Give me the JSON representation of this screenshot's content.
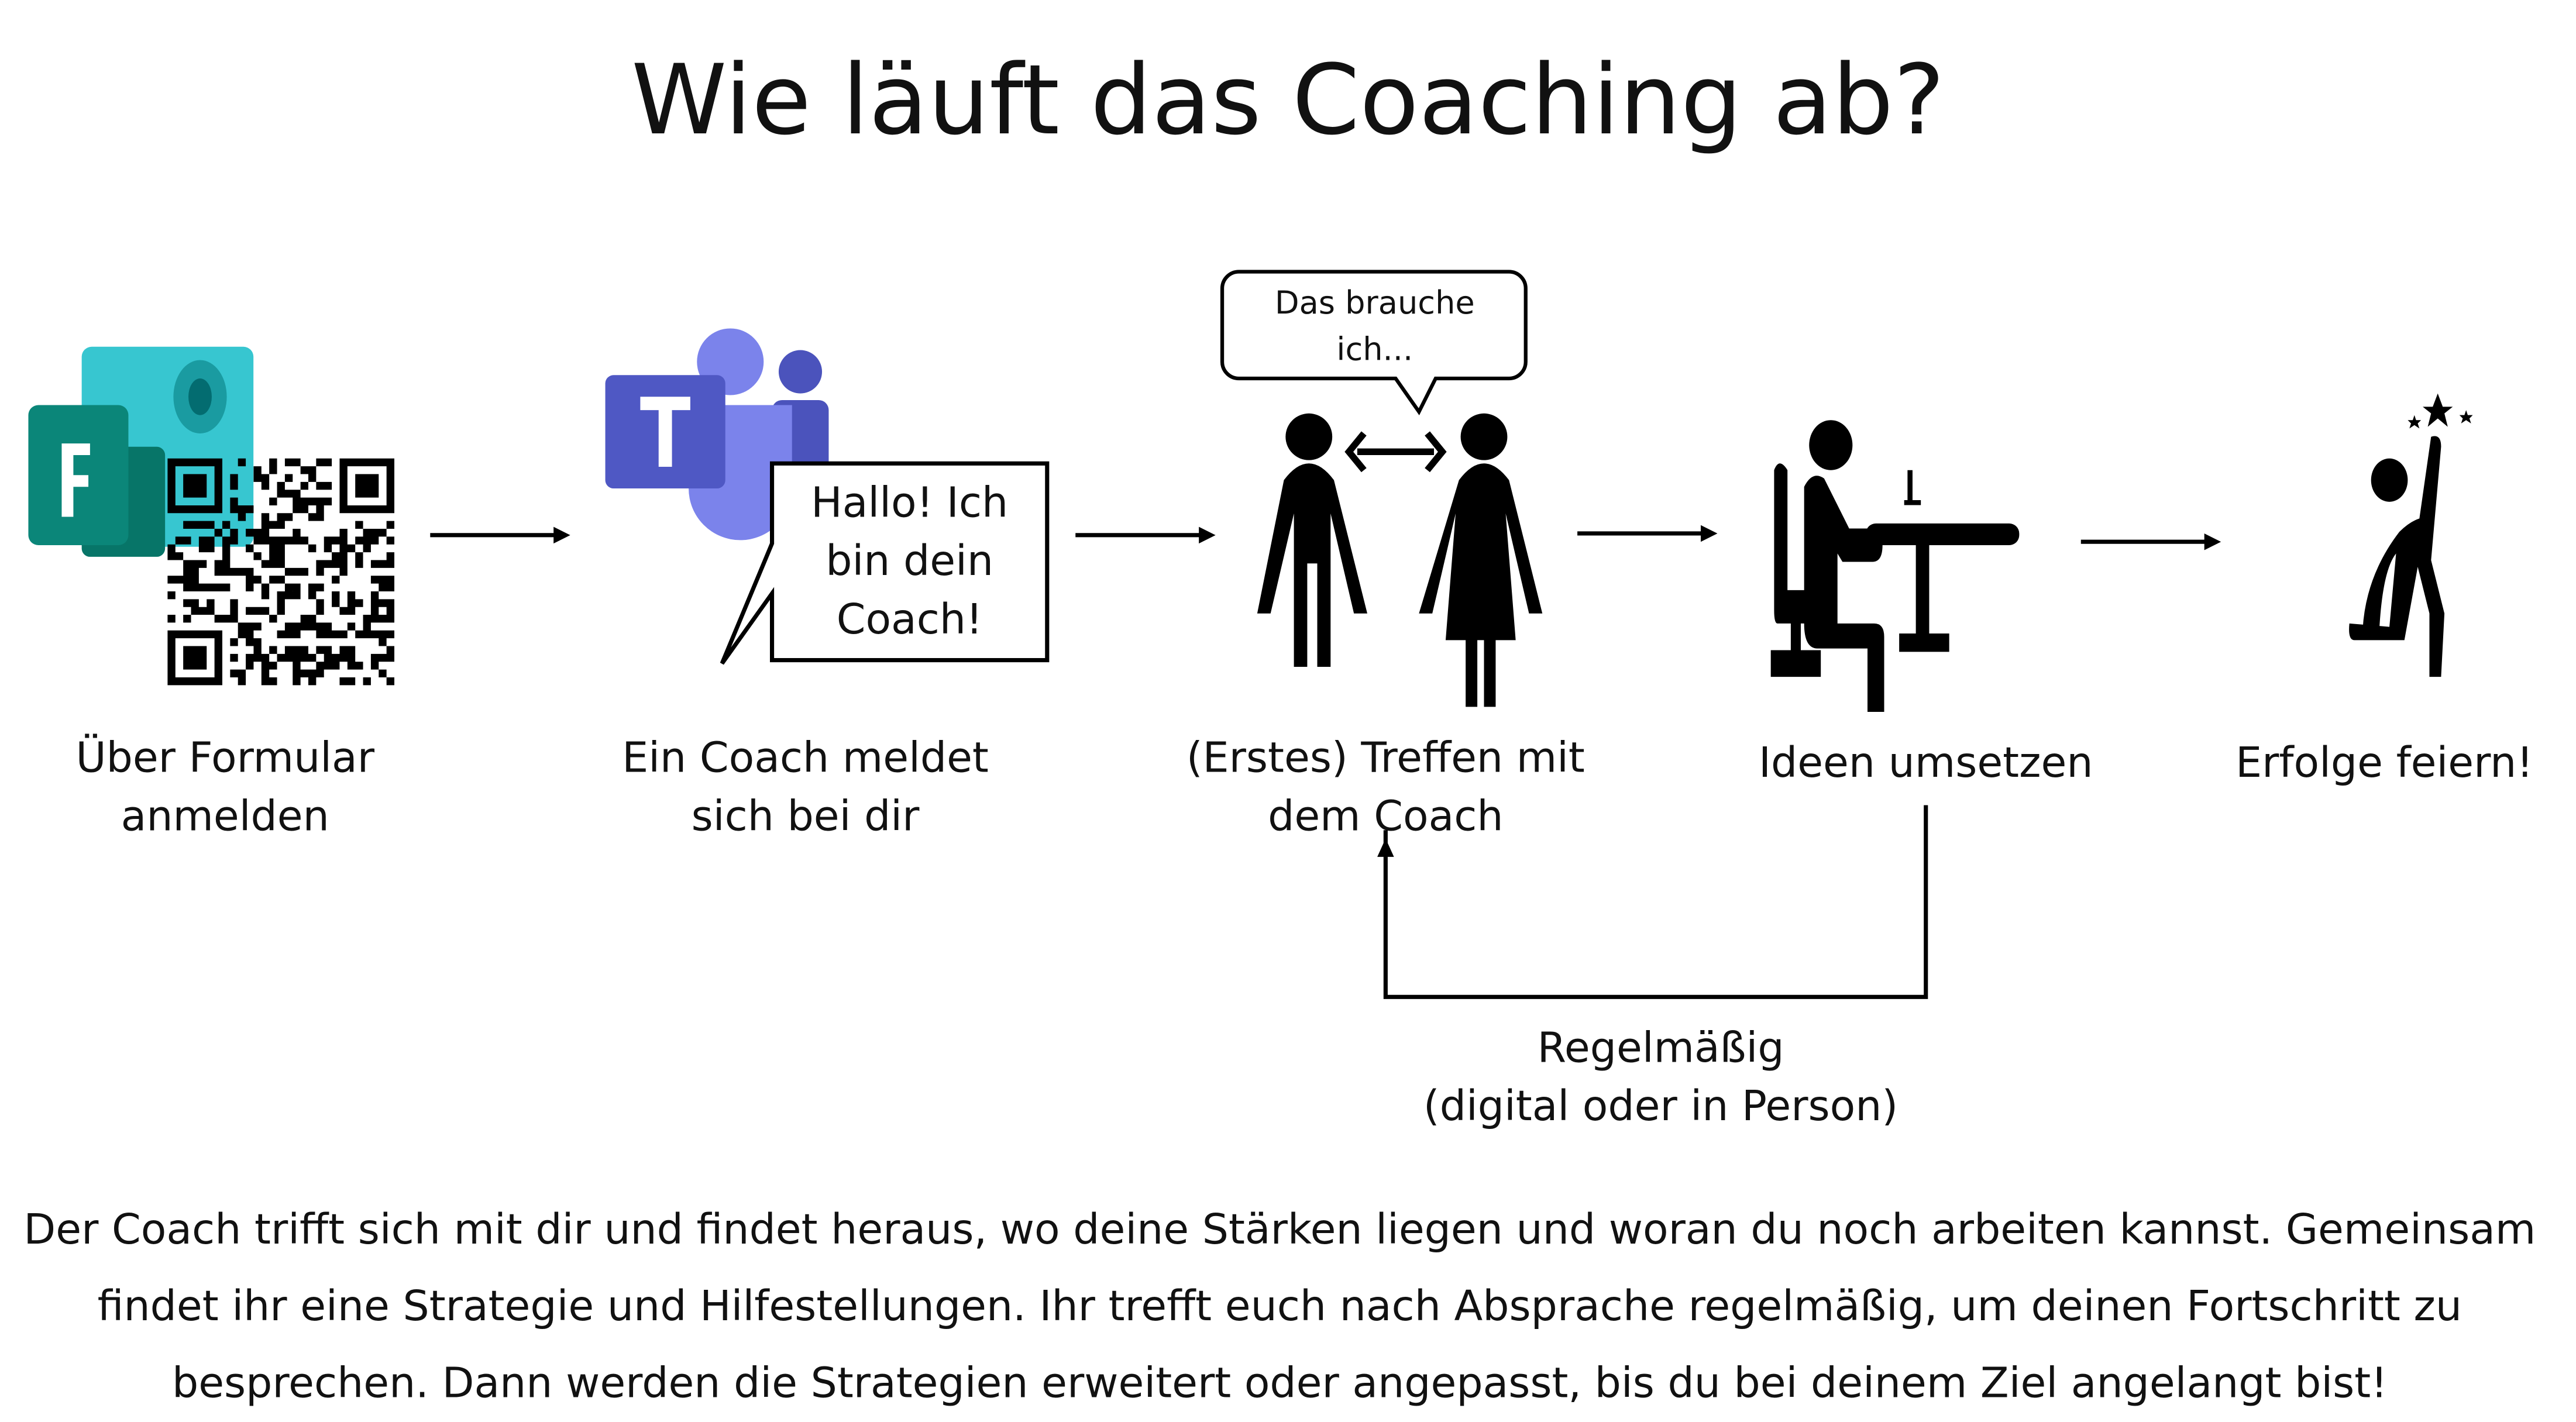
{
  "title": "Wie läuft das Coaching ab?",
  "steps": [
    {
      "label_line1": "Über Formular",
      "label_line2": "anmelden",
      "icon": "forms-qr-icon"
    },
    {
      "label_line1": "Ein Coach meldet",
      "label_line2": "sich bei dir",
      "icon": "teams-icon",
      "bubble": [
        "Hallo! Ich",
        "bin dein",
        "Coach!"
      ]
    },
    {
      "label_line1": "(Erstes) Treffen mit",
      "label_line2": "dem Coach",
      "icon": "two-people-icon",
      "bubble": [
        "Das brauche",
        "ich..."
      ]
    },
    {
      "label_line1": "Ideen umsetzen",
      "icon": "person-at-desk-icon"
    },
    {
      "label_line1": "Erfolge feiern!",
      "icon": "celebrating-person-icon"
    }
  ],
  "loop": {
    "label_line1": "Regelmäßig",
    "label_line2": "(digital oder in Person)"
  },
  "paragraph": [
    "Der Coach trifft sich mit dir und findet heraus, wo deine Stärken liegen und woran du noch arbeiten kannst. Gemeinsam",
    "findet ihr eine Strategie und Hilfestellungen. Ihr trefft euch nach Absprache regelmäßig, um deinen Fortschritt zu",
    "besprechen. Dann werden die Strategien erweitert oder angepasst, bis du bei deinem Ziel angelangt bist!"
  ],
  "colors": {
    "forms_dark": "#077568",
    "forms_light": "#37c6d0",
    "teams_dark": "#4b53bc",
    "teams_light": "#7b83eb"
  }
}
